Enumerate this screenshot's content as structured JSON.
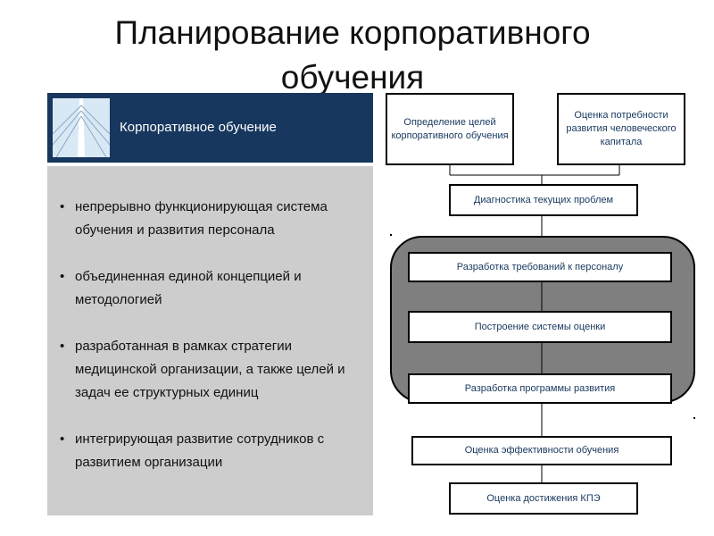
{
  "title_line1": "Планирование корпоративного",
  "title_line2": "обучения",
  "header": {
    "label": "Корпоративное обучение"
  },
  "bullets": [
    {
      "marker": "•",
      "text": "непрерывно функционирующая система обучения и развития персонала"
    },
    {
      "marker": "•",
      "text": "объединенная единой концепцией и методологией"
    },
    {
      "marker": "•",
      "text": "разработанная в рамках стратегии медицинской организации, а также целей и задач ее структурных единиц"
    },
    {
      "marker": "•",
      "text": "интегрирующая развитие сотрудников с развитием организации"
    }
  ],
  "flow": {
    "define_goals": "Определение целей корпоративного обучения",
    "assess_needs": "Оценка потребности развития человеческого капитала",
    "diagnostics": "Диагностика текущих проблем",
    "requirements": "Разработка требований к персоналу",
    "assessment_system": "Построение системы оценки",
    "development_program": "Разработка программы развития",
    "efficiency": "Оценка эффективности обучения",
    "kpi": "Оценка достижения КПЭ"
  },
  "colors": {
    "header_bg": "#17375e",
    "panel_bg": "#cdcdcd",
    "rounded_bg": "#7f7f7f",
    "box_text": "#17375e"
  }
}
